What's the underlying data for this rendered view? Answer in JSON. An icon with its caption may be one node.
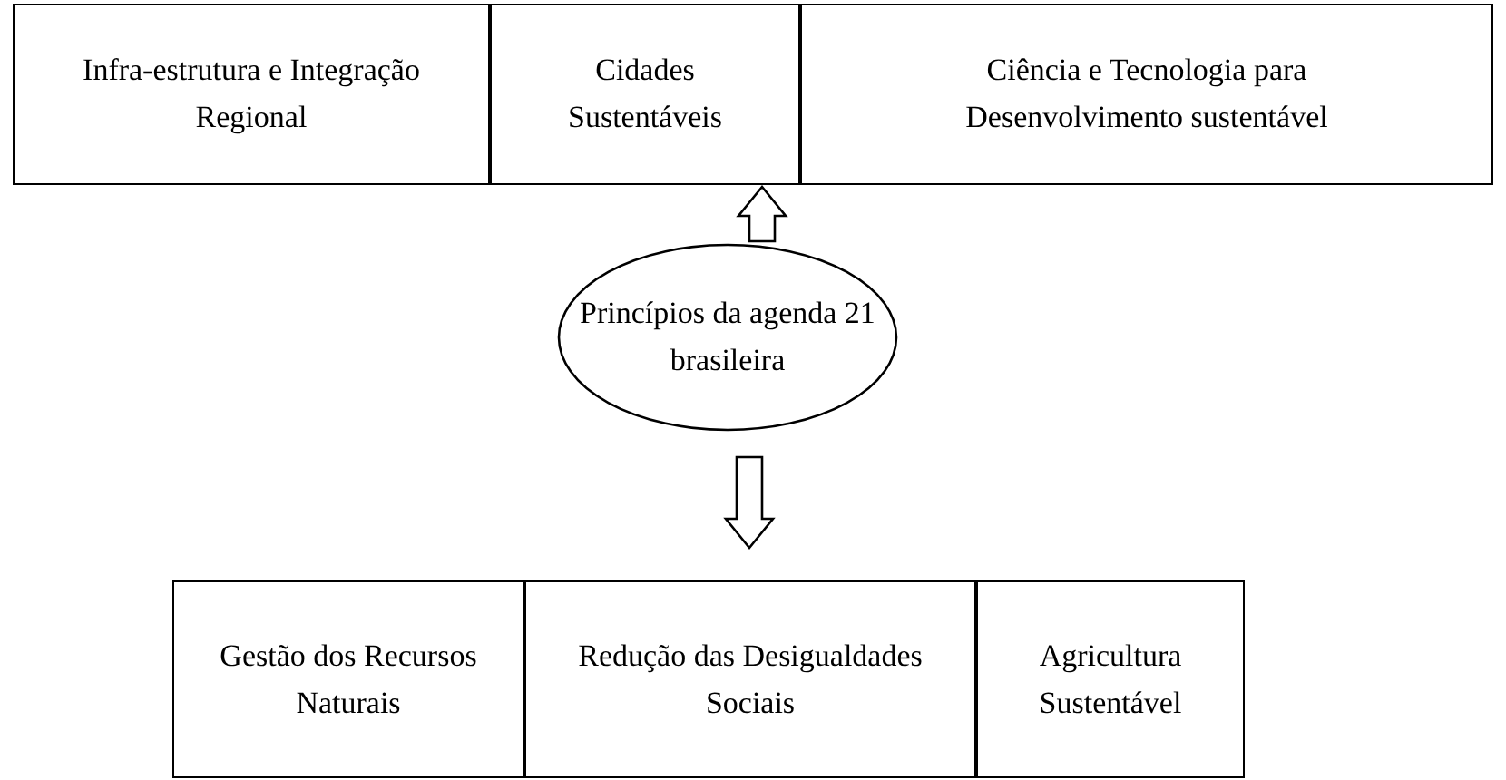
{
  "diagram": {
    "nodes": [
      {
        "text": [
          "Infra-estrutura e Integração Regional"
        ]
      },
      {
        "text": [
          "Cidades Sustentáveis"
        ]
      },
      {
        "text": [
          "Ciência e Tecnologia para Desenvolvimento sustentável"
        ]
      },
      {
        "text": [
          "Princípios da agenda 21 brasileira"
        ]
      },
      {
        "text": [
          "Gestão dos Recursos Naturais"
        ]
      },
      {
        "text": [
          "Redução das Desigualdades Sociais"
        ]
      },
      {
        "text": [
          "Agricultura Sustentável"
        ]
      }
    ],
    "edges": [
      {
        "from": 3,
        "to": 1,
        "arrow": "to"
      },
      {
        "from": 3,
        "to": 5,
        "arrow": "to"
      }
    ]
  }
}
